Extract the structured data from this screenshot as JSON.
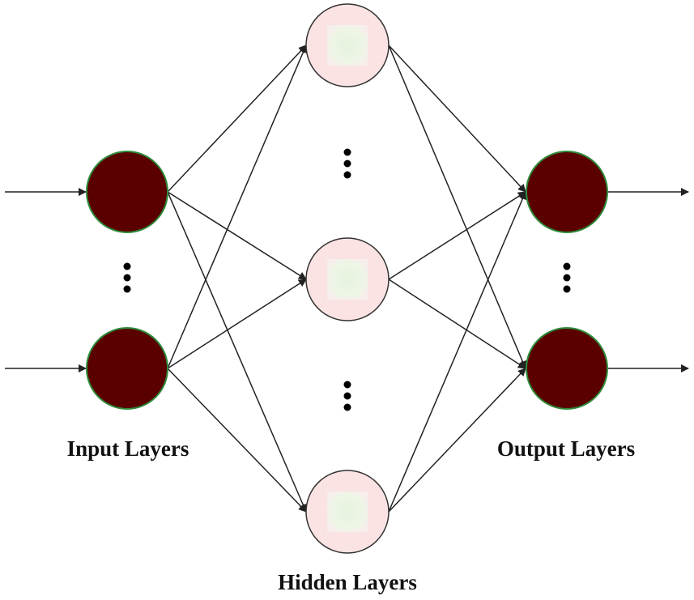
{
  "labels": {
    "input": "Input Layers",
    "output": "Output Layers",
    "hidden": "Hidden Layers"
  },
  "colors": {
    "input_node_fill": "#5a0000",
    "output_node_fill": "#5a0000",
    "node_outline": "#2e8b3a",
    "hidden_node_fill": "#fbe3e3",
    "hidden_node_outline": "#333333",
    "hidden_node_inner": "#e8f3e2",
    "edge": "#222222",
    "ellipsis_dot": "#000000"
  }
}
